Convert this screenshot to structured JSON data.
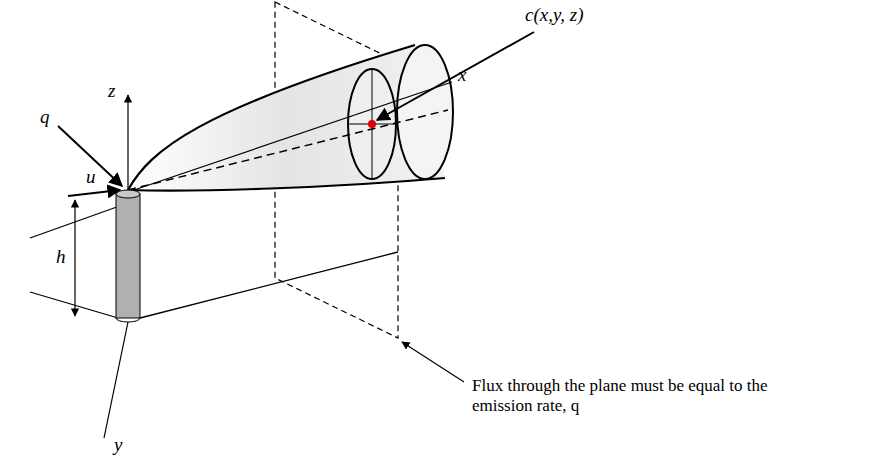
{
  "diagram": {
    "labels": [
      "c(x,y, z)",
      "q",
      "u",
      "z",
      "x",
      "y",
      "h",
      "Flux through the plane must be equal to the emission rate, q"
    ]
  }
}
